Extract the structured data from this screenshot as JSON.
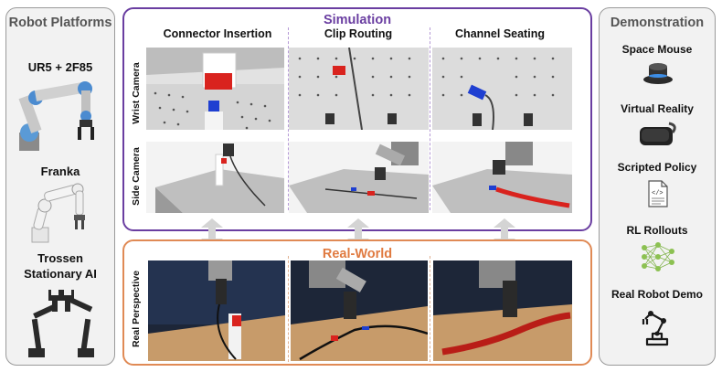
{
  "robot_platforms": {
    "title": "Robot Platforms",
    "robots": [
      {
        "name": "UR5 + 2F85",
        "icon": "ur5-robot-arm-icon"
      },
      {
        "name": "Franka",
        "icon": "franka-robot-arm-icon"
      },
      {
        "name_line1": "Trossen",
        "name_line2": "Stationary AI",
        "icon": "trossen-dual-arm-icon"
      }
    ]
  },
  "simulation": {
    "title": "Simulation",
    "tasks": [
      "Connector Insertion",
      "Clip Routing",
      "Channel Seating"
    ],
    "rows": [
      "Wrist Camera",
      "Side Camera"
    ]
  },
  "real_world": {
    "title": "Real-World",
    "rows": [
      "Real Perspective"
    ]
  },
  "demonstration": {
    "title": "Demonstration",
    "methods": [
      {
        "name": "Space Mouse",
        "icon": "space-mouse-icon"
      },
      {
        "name": "Virtual Reality",
        "icon": "vr-headset-icon"
      },
      {
        "name": "Scripted Policy",
        "icon": "code-file-icon"
      },
      {
        "name": "RL Rollouts",
        "icon": "neural-network-icon"
      },
      {
        "name": "Real Robot Demo",
        "icon": "robot-arm-icon"
      }
    ]
  },
  "colors": {
    "simulation_accent": "#6a3ea1",
    "real_world_accent": "#e07a40",
    "side_panel_bg": "#f2f2f2"
  }
}
